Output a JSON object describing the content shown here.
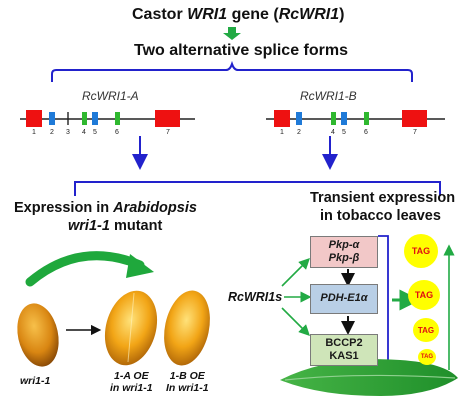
{
  "header": {
    "title_prefix": "Castor ",
    "title_gene": "WRI1",
    "title_suffix": " gene (",
    "title_gene2": "RcWRI1",
    "title_close": ")",
    "subtitle": "Two alternative splice forms"
  },
  "splice_forms": [
    {
      "label": "RcWRI1-A",
      "exons": [
        "1",
        "2",
        "3",
        "4",
        "5",
        "6",
        "7"
      ]
    },
    {
      "label": "RcWRI1-B",
      "exons": [
        "1",
        "2",
        "4",
        "5",
        "6",
        "7"
      ]
    }
  ],
  "left_panel": {
    "heading_line1_prefix": "Expression in ",
    "heading_line1_italic": "Arabidopsis",
    "heading_line2_italic": "wri1-1",
    "heading_line2_suffix": " mutant",
    "seeds": [
      {
        "label": "wri1-1"
      },
      {
        "label_line1": "1-A OE",
        "label_line2": "in wri1-1"
      },
      {
        "label_line1": "1-B OE",
        "label_line2": "In wri1-1"
      }
    ]
  },
  "right_panel": {
    "heading_line1": "Transient expression",
    "heading_line2": "in tobacco leaves",
    "source_label": "RcWRI1s",
    "boxes": [
      {
        "line1": "Pkp-α",
        "line2": "Pkp-β",
        "color": "#f2c8c8"
      },
      {
        "line1": "PDH-E1α",
        "line2": "",
        "color": "#b9cfe6"
      },
      {
        "line1": "BCCP2",
        "line2": "KAS1",
        "color": "#cfe5b9"
      }
    ],
    "tag_label": "TAG"
  },
  "colors": {
    "exon_red": "#ee1111",
    "exon_blue": "#1f7ad8",
    "exon_green": "#2fb82f",
    "bracket_blue": "#2222cc",
    "arrow_green": "#22aa44",
    "tag_fill": "#ffff00",
    "tag_text": "#e01010"
  }
}
